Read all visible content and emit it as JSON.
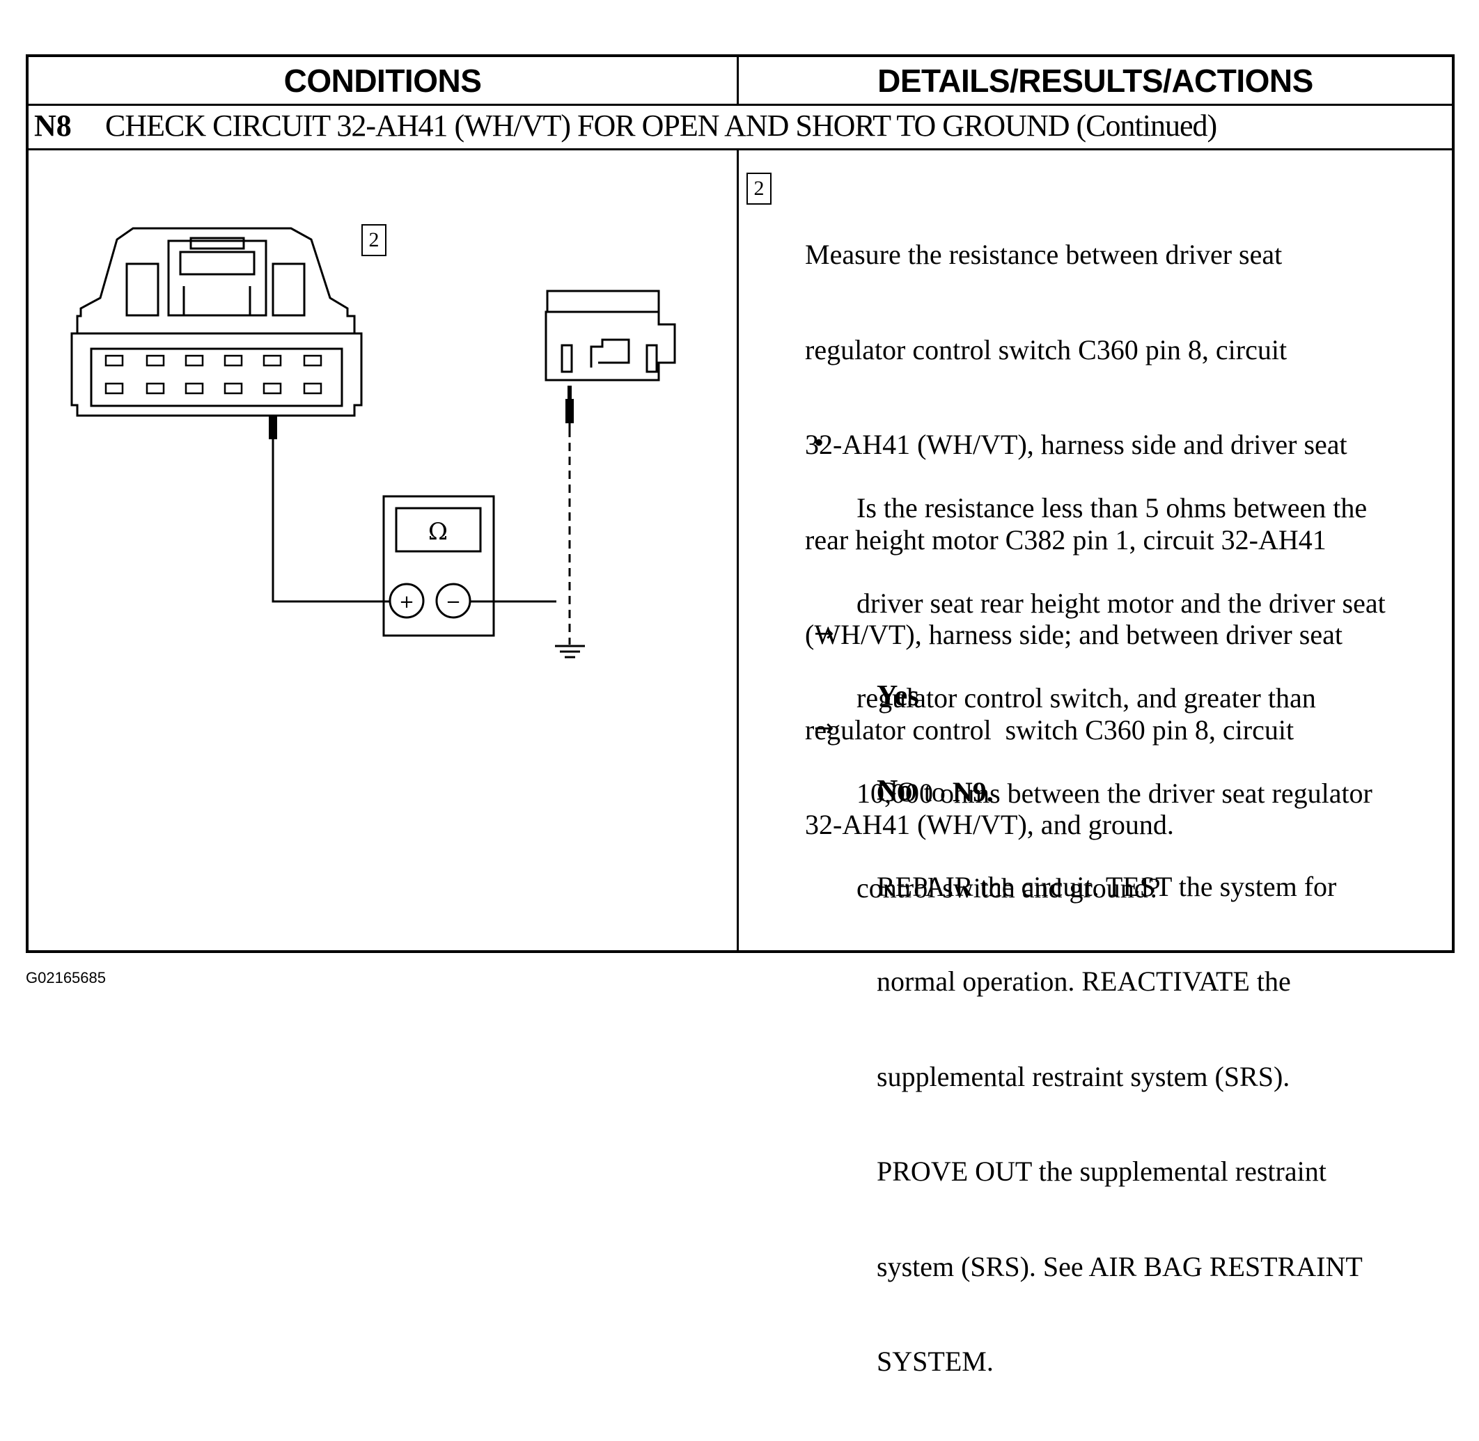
{
  "table": {
    "header_left": "CONDITIONS",
    "header_right": "DETAILS/RESULTS/ACTIONS",
    "step_id": "N8",
    "step_title": "CHECK CIRCUIT 32-AH41 (WH/VT) FOR OPEN AND SHORT TO GROUND (Continued)"
  },
  "diagram": {
    "step_marker": "2",
    "meter_symbol": "Ω",
    "plus_symbol": "+",
    "minus_symbol": "−"
  },
  "details": {
    "step_marker": "2",
    "instruction_lines": [
      "Measure the resistance between driver seat",
      "regulator control switch C360 pin 8, circuit",
      "32-AH41 (WH/VT), harness side and driver seat",
      "rear height motor C382 pin 1, circuit 32-AH41",
      "(WH/VT), harness side; and between driver seat",
      "regulator control  switch C360 pin 8, circuit",
      "32-AH41 (WH/VT), and ground."
    ],
    "bullet": "•",
    "question_lines": [
      "Is the resistance less than 5 ohms between the",
      "driver seat rear height motor and the driver seat",
      "regulator control switch, and greater than",
      "10,000 ohms between the driver seat regulator",
      "control switch and ground?"
    ],
    "arrow": "→",
    "yes_label": "Yes",
    "yes_action_prefix": "GO to ",
    "yes_action_target": "N9.",
    "no_label": "No",
    "no_action_lines": [
      "REPAIR the circuit. TEST the system for",
      "normal operation. REACTIVATE the",
      "supplemental restraint system (SRS).",
      "PROVE OUT the supplemental restraint",
      "system (SRS). See AIR BAG RESTRAINT",
      "SYSTEM."
    ]
  },
  "footer": {
    "figure_code": "G02165685"
  }
}
